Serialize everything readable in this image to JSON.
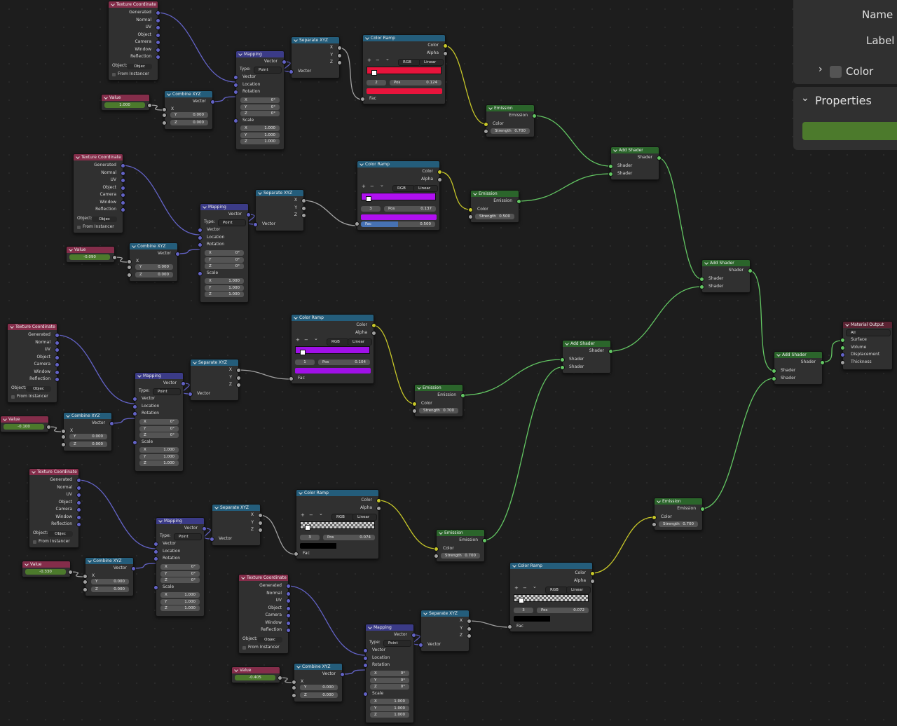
{
  "panel": {
    "name_label": "Name",
    "label_label": "Label",
    "color_label": "Color",
    "properties_label": "Properties"
  },
  "labels": {
    "texcoord": "Texture Coordinate",
    "tc_outputs": [
      "Generated",
      "Normal",
      "UV",
      "Object",
      "Camera",
      "Window",
      "Reflection"
    ],
    "object": "Object:",
    "object_placeholder": "Objec",
    "from_instancer": "From Instancer",
    "value": "Value",
    "combine": "Combine XYZ",
    "vector": "Vector",
    "mapping": "Mapping",
    "type": "Type:",
    "point": "Point",
    "location": "Location",
    "rotation": "Rotation",
    "scale": "Scale",
    "separate": "Separate XYZ",
    "colorramp": "Color Ramp",
    "color": "Color",
    "alpha": "Alpha",
    "fac": "Fac",
    "rgb": "RGB",
    "linear": "Linear",
    "pos": "Pos",
    "emission": "Emission",
    "strength": "Strength",
    "addshader": "Add Shader",
    "shader": "Shader",
    "matout": "Material Output",
    "all": "All",
    "surface": "Surface",
    "volume": "Volume",
    "displacement": "Displacement",
    "thickness": "Thickness",
    "x": "X",
    "y": "Y",
    "z": "Z",
    "zero_deg": "0°",
    "zero": "0.000",
    "one": "1.000"
  },
  "colors": {
    "texcoord_header": "#842d4a",
    "value_header": "#842d4a",
    "combine_header": "#245d7b",
    "mapping_header": "#3b3b87",
    "separate_header": "#245d7b",
    "colorramp_header": "#245d7b",
    "emission_header": "#2b652b",
    "addshader_header": "#2b652b",
    "matout_header": "#5b2333",
    "wire_vector": "#6363c7",
    "wire_float": "#a1a1a1",
    "wire_color": "#c7c729",
    "wire_shader": "#63c763"
  },
  "chains": [
    {
      "value": "1.000",
      "ramp_index": "2",
      "ramp_pos": "0.124",
      "ramp_color": "#e8143c",
      "ramp_extra": "",
      "emission_strength": "0.700"
    },
    {
      "value": "-0.090",
      "ramp_index": "3",
      "ramp_pos": "0.137",
      "ramp_color": "#b010f0",
      "ramp_extra": "0.500",
      "emission_strength": "0.500"
    },
    {
      "value": "-0.100",
      "ramp_index": "1",
      "ramp_pos": "0.104",
      "ramp_color": "#a010e8",
      "ramp_extra": "",
      "emission_strength": "0.700"
    },
    {
      "value": "-0.330",
      "ramp_index": "3",
      "ramp_pos": "0.074",
      "ramp_color": "#000000",
      "ramp_extra": "",
      "emission_strength": "0.700"
    },
    {
      "value": "-0.405",
      "ramp_index": "3",
      "ramp_pos": "0.072",
      "ramp_color": "#000000",
      "ramp_extra": "",
      "emission_strength": "0.700"
    }
  ]
}
